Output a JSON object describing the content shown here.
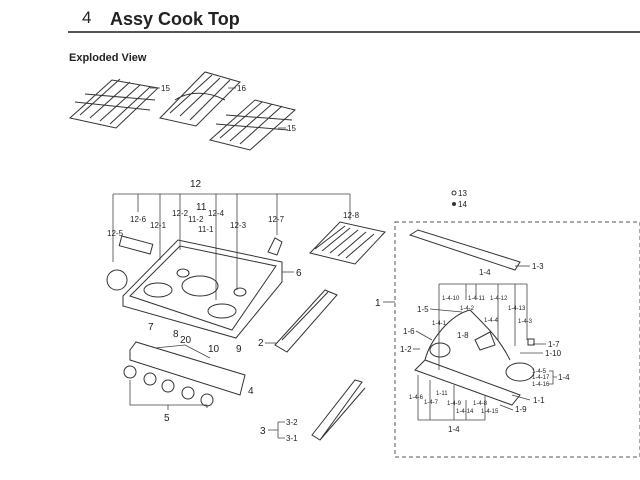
{
  "header": {
    "section_number": "4",
    "title": "Assy Cook Top"
  },
  "subtitle": "Exploded View",
  "labels": {
    "grate_left": "15",
    "grate_center": "16",
    "grate_right": "15",
    "n12": "12",
    "n11": "11",
    "n12_6": "12-6",
    "n12_5": "12-5",
    "n12_1": "12-1",
    "n12_2": "12-2",
    "n11_2": "11-2",
    "n11_1": "11-1",
    "n12_4": "12-4",
    "n12_3": "12-3",
    "n12_7": "12-7",
    "n12_8": "12-8",
    "n6": "6",
    "n7": "7",
    "n8": "8",
    "n10": "10",
    "n9": "9",
    "n2": "2",
    "n20": "20",
    "n4": "4",
    "n5": "5",
    "n3": "3",
    "n3_2": "3-2",
    "n3_1": "3-1",
    "n13": "13",
    "n14": "14",
    "n1": "1",
    "n1_3": "1-3",
    "n1_4_top": "1-4",
    "n1_4_10": "1-4-10",
    "n1_4_11": "1-4-11",
    "n1_4_12": "1-4-12",
    "n1_4_13": "1-4-13",
    "n1_4_1": "1-4-1",
    "n1_4_2": "1-4-2",
    "n1_4_4": "1-4-4",
    "n1_4_3": "1-4-3",
    "n1_5": "1-5",
    "n1_6": "1-6",
    "n1_8": "1-8",
    "n1_2": "1-2",
    "n1_7": "1-7",
    "n1_10": "1-10",
    "n1_4_5": "1-4-5",
    "n1_4_17": "1-4-17",
    "n1_4_16": "1-4-16",
    "n1_4_right": "1-4",
    "n1_1": "1-1",
    "n1_9": "1-9",
    "n1_4_6": "1-4-6",
    "n1_4_7": "1-4-7",
    "n1_4_9": "1-4-9",
    "n1_4_8": "1-4-8",
    "n1_4_14": "1-4-14",
    "n1_4_15": "1-4-15",
    "n1_11": "1-11",
    "n1_4_bottom": "1-4"
  }
}
